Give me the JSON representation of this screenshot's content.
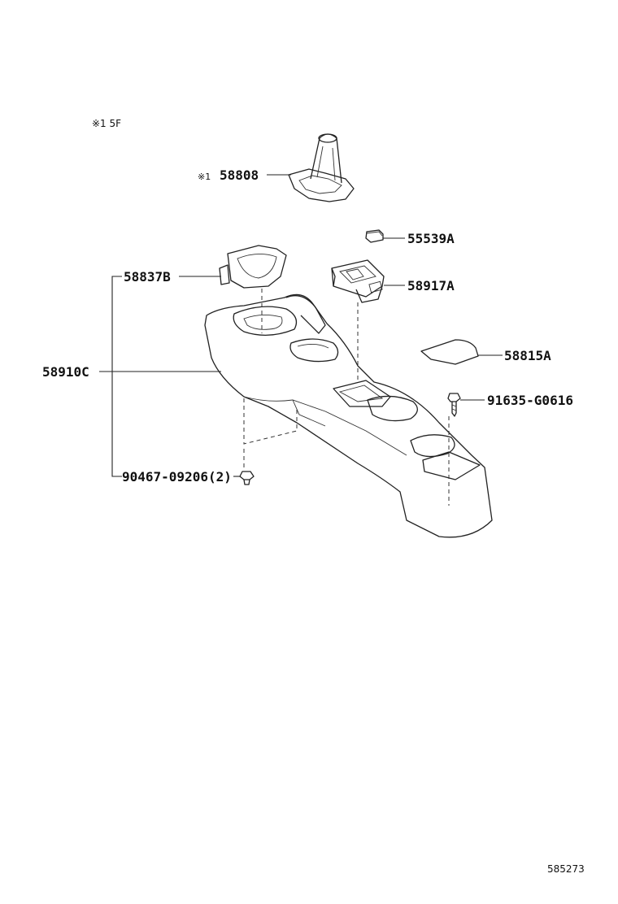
{
  "note": "※1 5F",
  "parts": {
    "shift_boot": {
      "prefix": "※1",
      "number": "58808"
    },
    "plug": {
      "number": "55539A"
    },
    "cup_holder_insert": {
      "number": "58837B"
    },
    "switch_housing": {
      "number": "58917A"
    },
    "mat": {
      "number": "58815A"
    },
    "console_box": {
      "number": "58910C"
    },
    "screw": {
      "number": "91635-G0616"
    },
    "clip": {
      "number": "90467-09206(2)"
    }
  },
  "figure_id": "585273"
}
